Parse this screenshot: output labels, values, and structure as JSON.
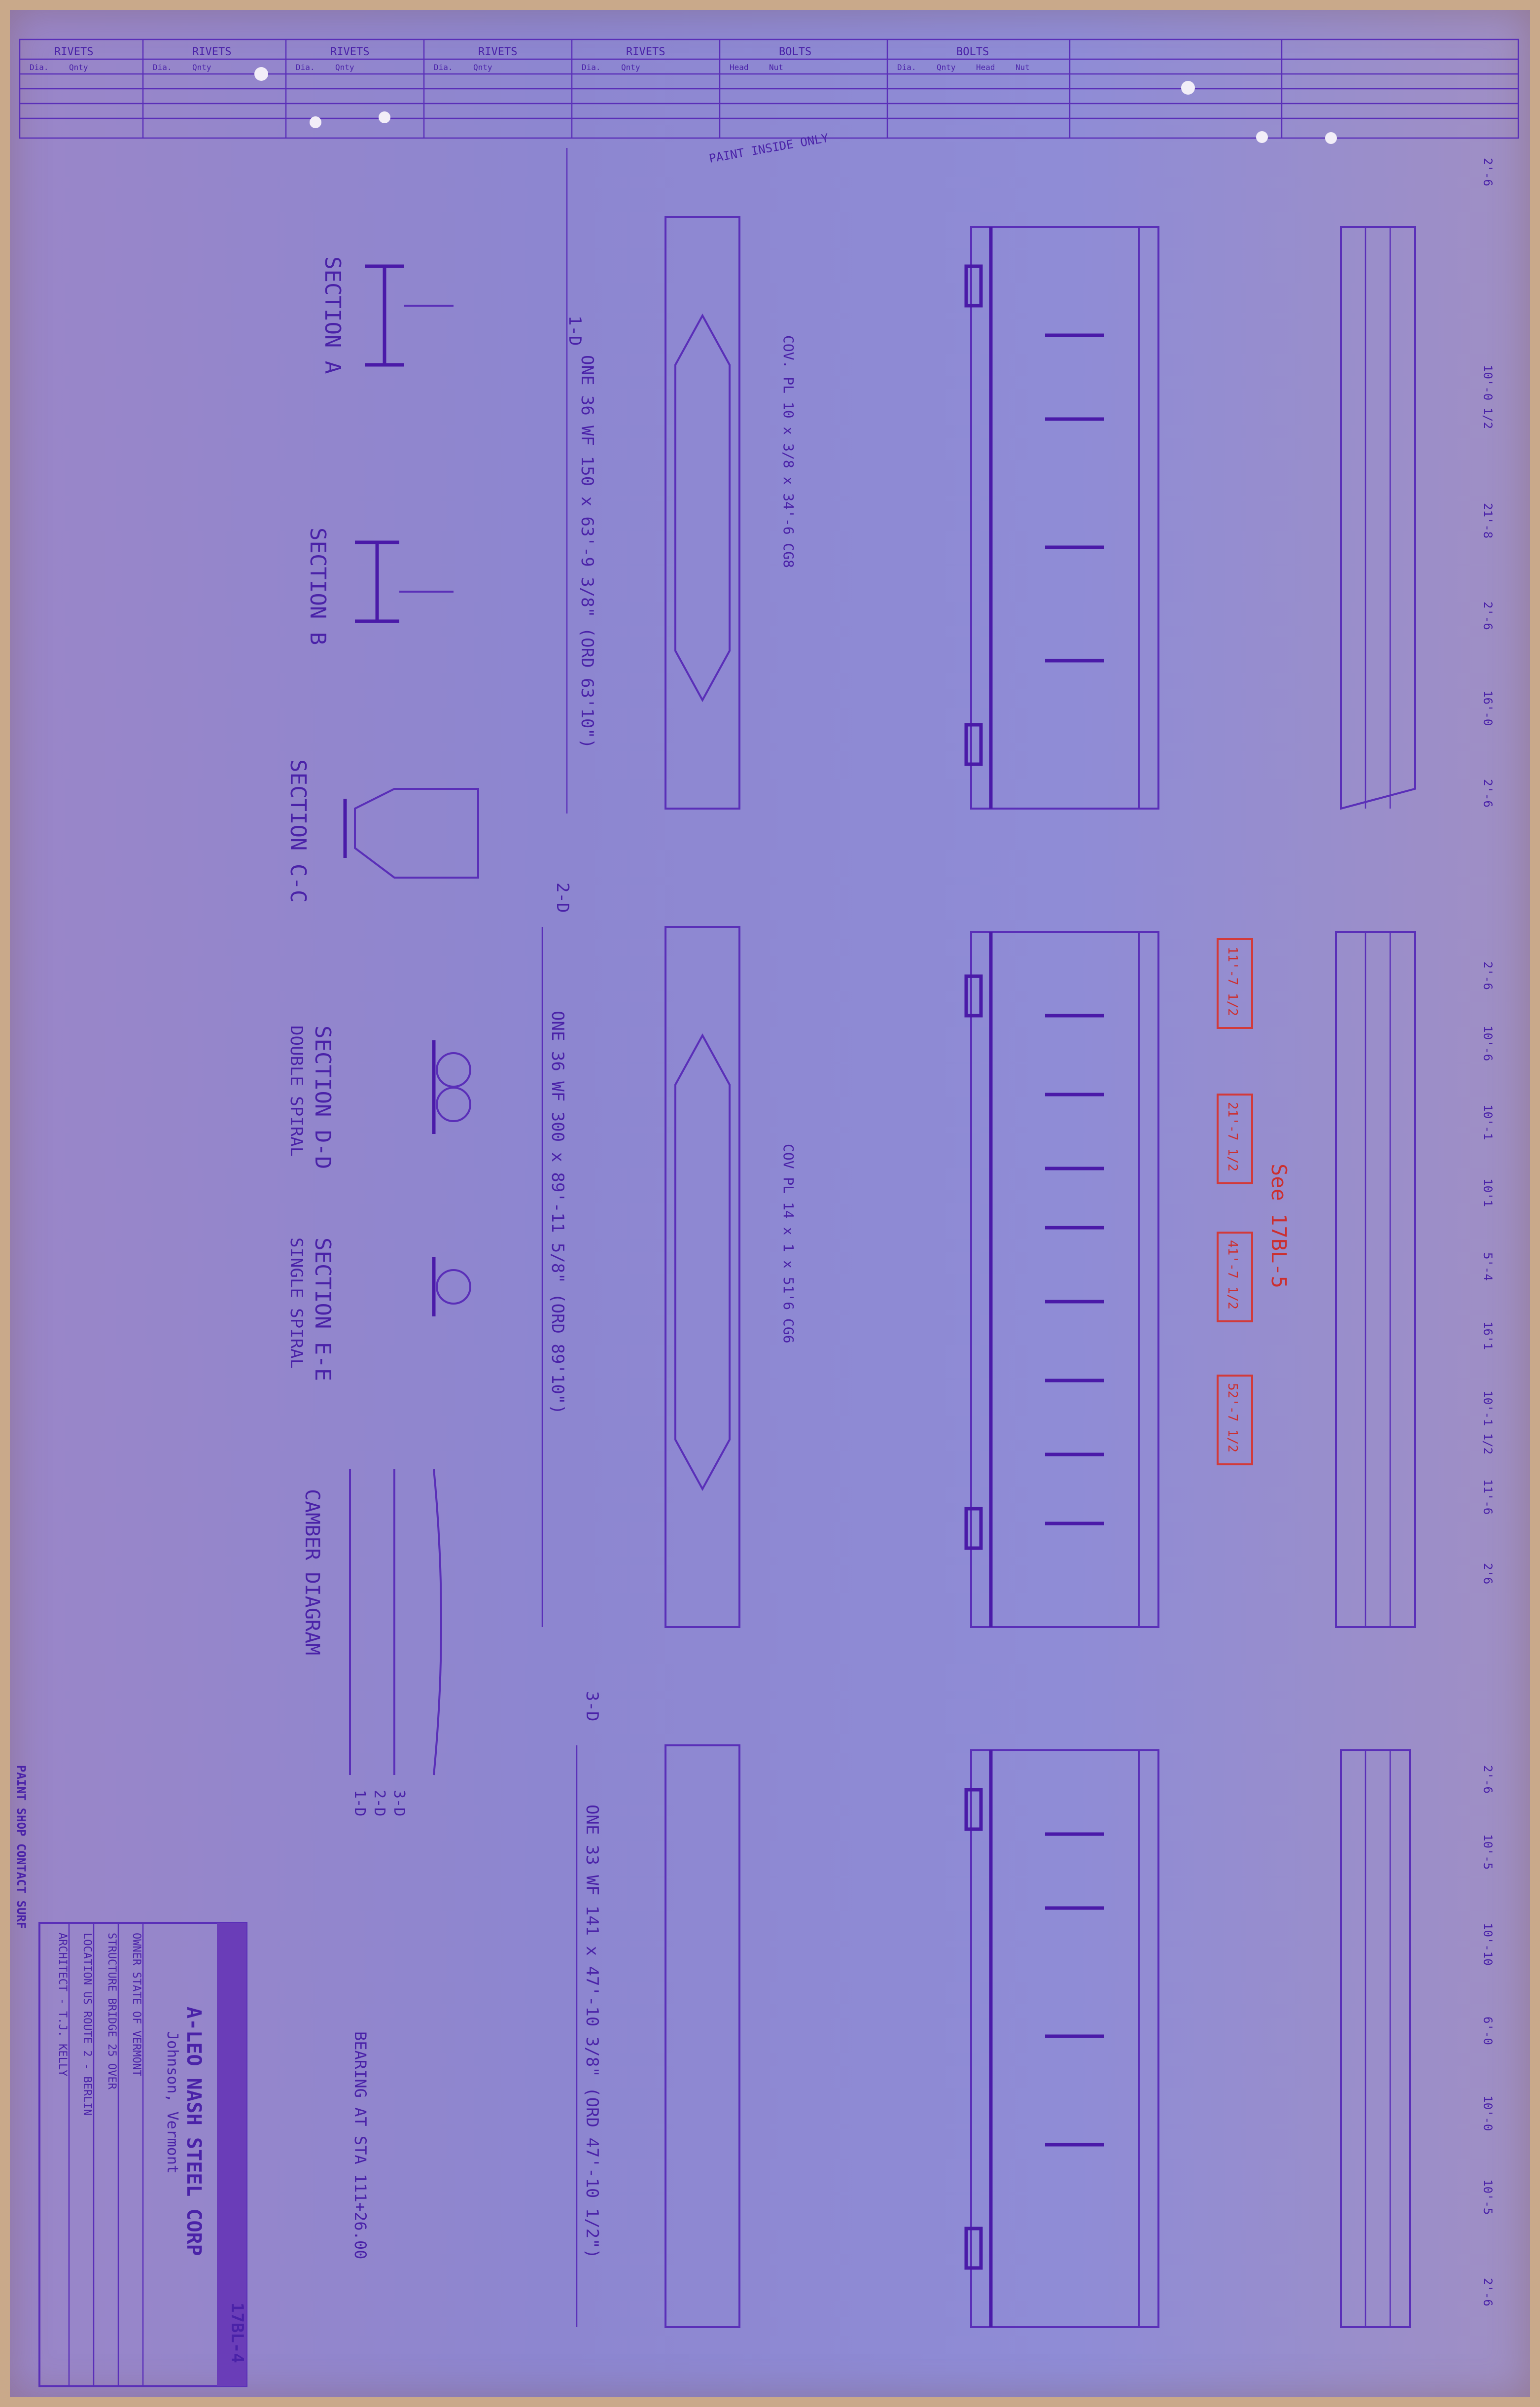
{
  "header": {
    "cells": [
      "RIVETS",
      "RIVETS",
      "RIVETS",
      "RIVETS",
      "RIVETS",
      "BOLTS",
      "BOLTS"
    ],
    "subcells": [
      "Dia.",
      "Qnty",
      "Dia.",
      "Qnty",
      "Dia.",
      "Qnty",
      "Dia.",
      "Qnty",
      "Dia.",
      "Qnty",
      "Head",
      "Nut",
      "Dia.",
      "Qnty",
      "Head",
      "Nut"
    ]
  },
  "members": {
    "m1": {
      "mark": "1-D",
      "desc": "ONE 36 WF 150 x 63'-9 3/8\" (ORD 63'10\")",
      "note": "PAINT INSIDE ONLY",
      "flange": "COV. PL 10 x 3/8 x 34'-6 CG8",
      "span_row": [
        "2'-6",
        "10'-0 1/2",
        "21'-8",
        "2'-6",
        "16'-0",
        "2'-6"
      ]
    },
    "m2": {
      "mark": "2-D",
      "desc": "ONE 36 WF 300 x 89'-11 5/8\" (ORD 89'10\")",
      "flange": "COV PL 14 x 1 x 51'6 CG6",
      "span_row": [
        "2'-6",
        "10'-6",
        "10'-1",
        "10'1",
        "5'-4",
        "16'1",
        "10'-1 1/2",
        "11'-6",
        "2'6"
      ]
    },
    "m3": {
      "mark": "3-D",
      "desc": "ONE 33 WF 141 x 47'-10 3/8\" (ORD 47'-10 1/2\")",
      "span_row": [
        "2'-6",
        "10'-5",
        "10'-10",
        "6'-0",
        "10'-0",
        "10'-5",
        "2'-6"
      ]
    }
  },
  "sections": {
    "a": "SECTION A",
    "b": "SECTION B",
    "c": "SECTION C-C",
    "d": "SECTION D-D",
    "d_sub": "DOUBLE SPIRAL",
    "e": "SECTION E-E",
    "e_sub": "SINGLE SPIRAL",
    "camber": "CAMBER DIAGRAM",
    "camber_marks": [
      "1-D",
      "2-D",
      "3-D"
    ],
    "bearing_note": "BEARING AT STA 111+26.00"
  },
  "red_note": "See 17BL-5",
  "red_marks": [
    "11'-7 1/2",
    "21'-7 1/2",
    "41'-7 1/2",
    "52'-7 1/2"
  ],
  "title_block": {
    "side_label": "PAINT SHOP CONTACT SURF",
    "company": "A-LEO NASH STEEL CORP",
    "location": "Johnson, Vermont",
    "owner": "OWNER STATE OF VERMONT",
    "structure": "STRUCTURE BRIDGE 25 OVER",
    "location2": "LOCATION US ROUTE 2 - BERLIN",
    "architect": "ARCHITECT - T.J. KELLY",
    "dwg_no": "17BL-4"
  }
}
